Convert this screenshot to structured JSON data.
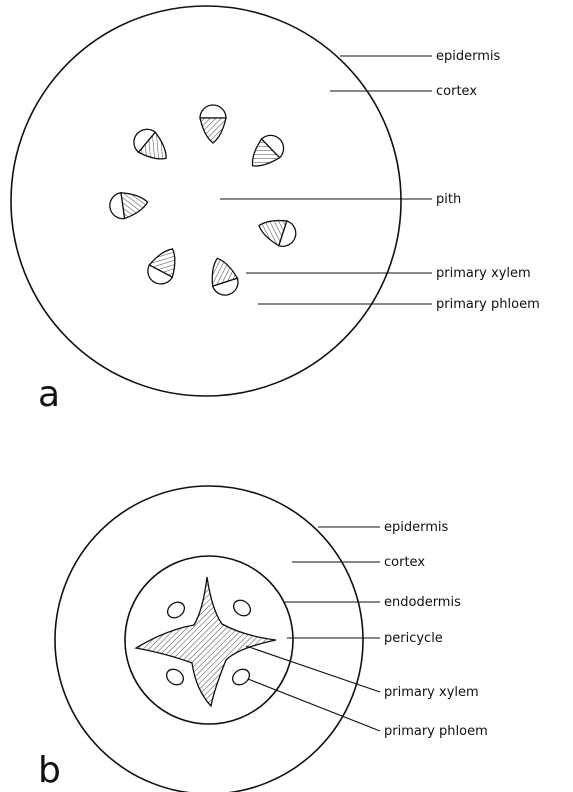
{
  "panels": {
    "a": {
      "letter": "a",
      "labels": {
        "epidermis": "epidermis",
        "cortex": "cortex",
        "pith": "pith",
        "primary_xylem": "primary xylem",
        "primary_phloem": "primary phloem"
      }
    },
    "b": {
      "letter": "b",
      "labels": {
        "epidermis": "epidermis",
        "cortex": "cortex",
        "endodermis": "endodermis",
        "pericycle": "pericycle",
        "primary_xylem": "primary xylem",
        "primary_phloem": "primary phloem"
      }
    }
  }
}
